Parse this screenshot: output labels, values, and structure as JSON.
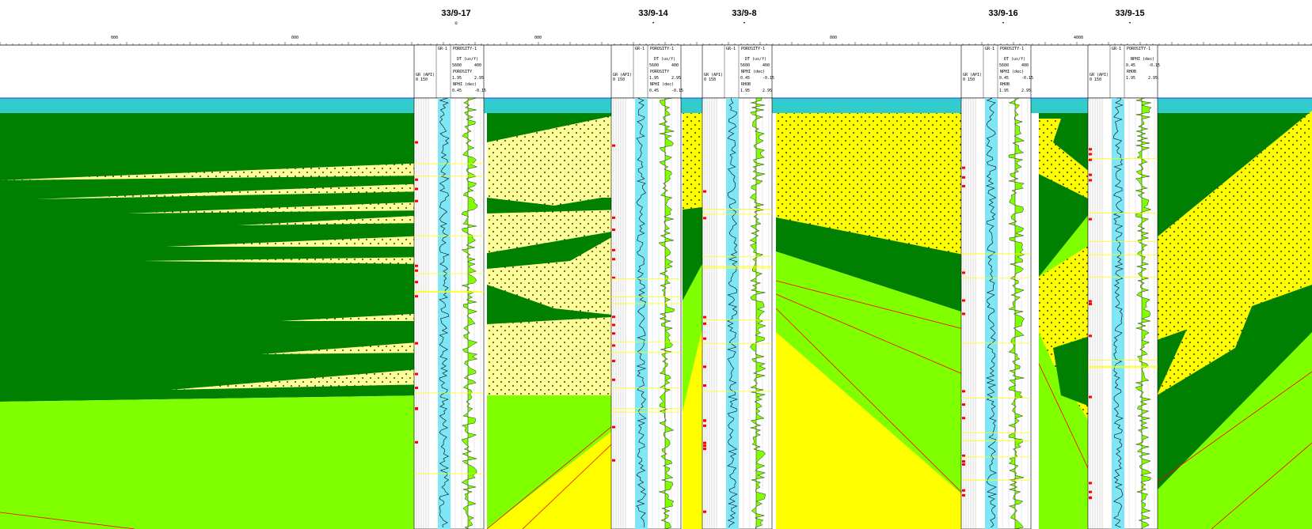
{
  "section": {
    "colors": {
      "water": "#33cccc",
      "shale_dark": "#008000",
      "shale_light": "#80ff00",
      "sand_yellow": "#ffff00",
      "sand_pale": "#ffff99",
      "correlation": "#ff0000",
      "well_fill": "#7fe6f5"
    },
    "scale_ticks": [
      {
        "label": "000"
      },
      {
        "label": "000"
      },
      {
        "label": "000"
      },
      {
        "label": "000"
      },
      {
        "label": "4000"
      }
    ],
    "wells": [
      {
        "name": "33/9-17",
        "symbol": "o",
        "headers": {
          "track1": "GR-1",
          "track2": "POROSITY-1",
          "row1": "DT (us/f)",
          "row2a": "5600",
          "row2b": "400",
          "row3": "POROSITY",
          "row4a": "1.95",
          "row4b": "2.95",
          "row5": "NPHI (dec)",
          "row6a": "0.45",
          "row6b": "-0.15",
          "left_a": "GR (API)",
          "left_b": "0 150"
        }
      },
      {
        "name": "33/9-14",
        "symbol": "•",
        "headers": {
          "track1": "GR-1",
          "track2": "POROSITY-1",
          "row1": "DT (us/f)",
          "row2a": "5600",
          "row2b": "400",
          "row3": "POROSITY",
          "row4a": "1.95",
          "row4b": "2.95",
          "row5": "NPHI (dec)",
          "row6a": "0.45",
          "row6b": "-0.15",
          "left_a": "GR (API)",
          "left_b": "0 150"
        }
      },
      {
        "name": "33/9-8",
        "symbol": "•",
        "headers": {
          "track1": "GR-1",
          "track2": "POROSITY-1",
          "row1": "DT (us/f)",
          "row2a": "5600",
          "row2b": "400",
          "row3": "NPHI (dec)",
          "row4a": "0.45",
          "row4b": "-0.15",
          "row5": "RHOB",
          "row6a": "1.95",
          "row6b": "2.95",
          "left_a": "GR (API)",
          "left_b": "0 150"
        }
      },
      {
        "name": "33/9-16",
        "symbol": "•",
        "headers": {
          "track1": "GR-1",
          "track2": "POROSITY-1",
          "row1": "DT (us/f)",
          "row2a": "5600",
          "row2b": "400",
          "row3": "NPHI (dec)",
          "row4a": "0.45",
          "row4b": "-0.15",
          "row5": "RHOB",
          "row6a": "1.95",
          "row6b": "2.95",
          "left_a": "GR (API)",
          "left_b": "0 150"
        }
      },
      {
        "name": "33/9-15",
        "symbol": "•",
        "headers": {
          "track1": "GR-1",
          "track2": "POROSITY-1",
          "row1": "NPHI (dec)",
          "row2a": "0.45",
          "row2b": "-0.15",
          "row3": "RHOB",
          "row4a": "1.95",
          "row4b": "2.95",
          "row5": "",
          "row6a": "",
          "row6b": "",
          "left_a": "GR (API)",
          "left_b": "0 150"
        }
      }
    ]
  }
}
